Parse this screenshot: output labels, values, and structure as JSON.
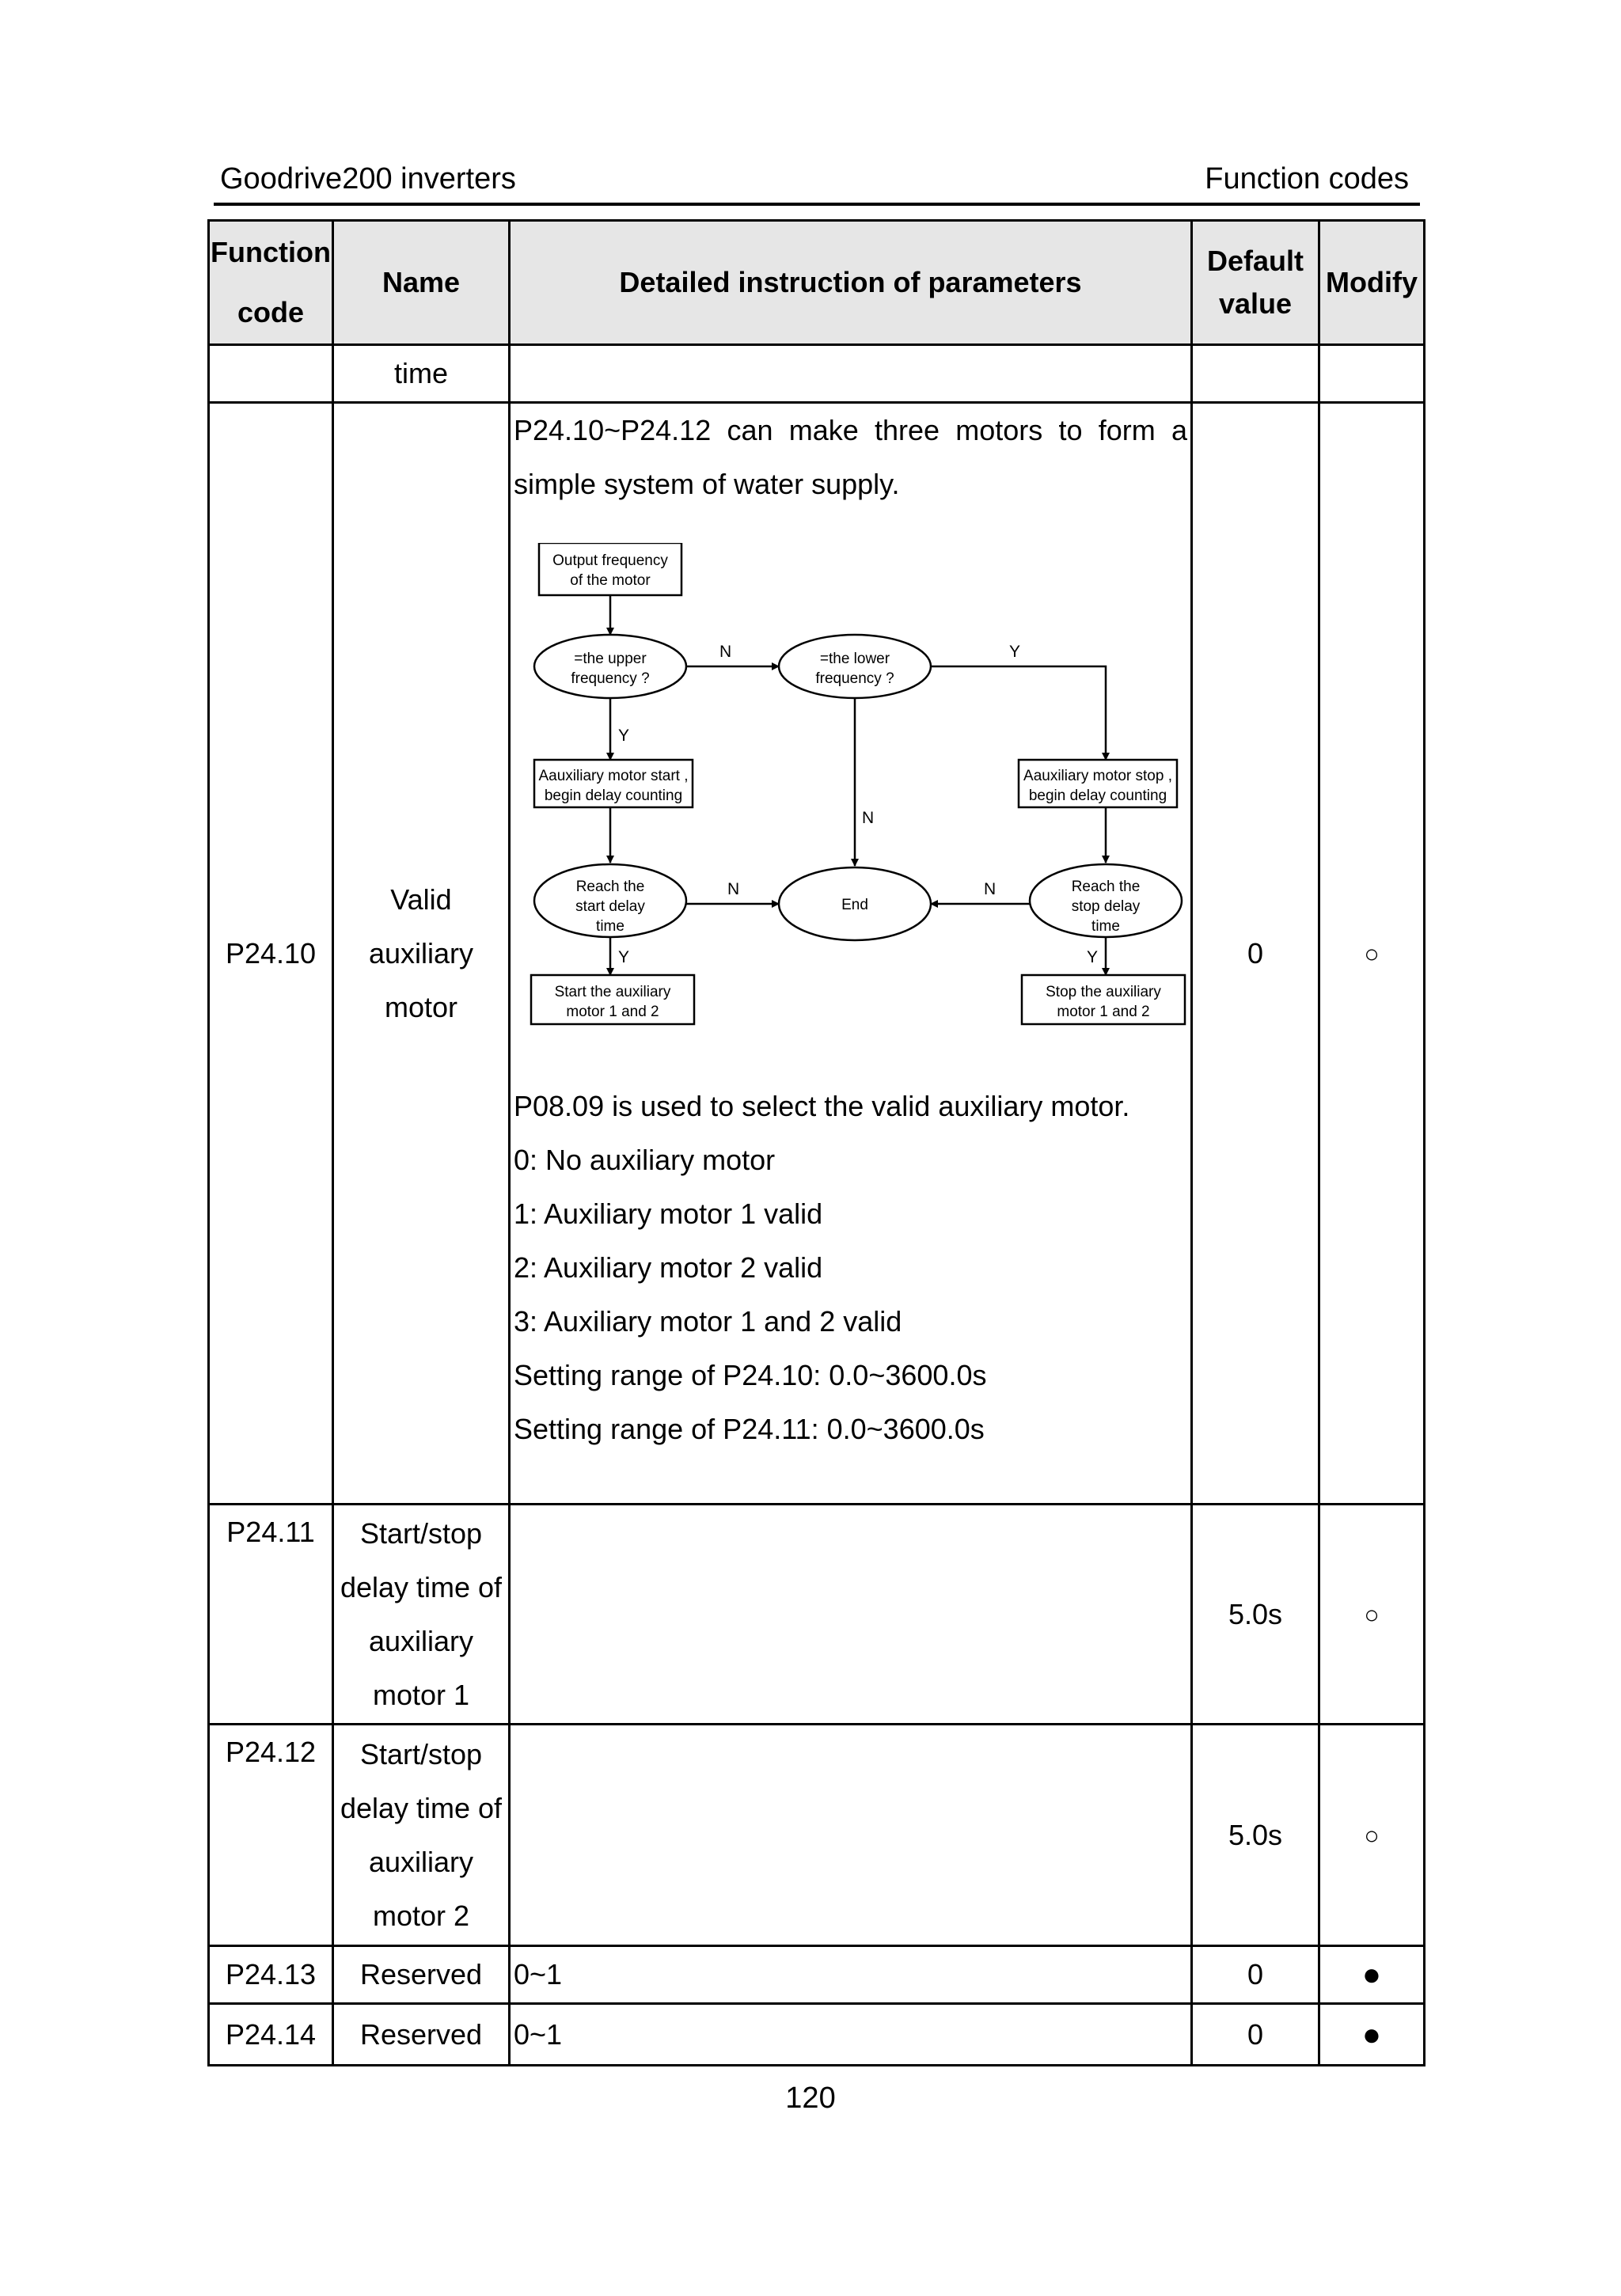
{
  "header": {
    "left": "Goodrive200 inverters",
    "right": "Function codes"
  },
  "table": {
    "col_function_code": "Function code",
    "col_name": "Name",
    "col_detail": "Detailed instruction of parameters",
    "col_default": "Default value",
    "col_modify": "Modify",
    "row0": {
      "name": "time"
    },
    "row1": {
      "code": "P24.10",
      "name": "Valid auxiliary motor",
      "intro": "P24.10~P24.12 can make three motors to form a simple system of water supply.",
      "lines": [
        "P08.09 is used to select the valid auxiliary motor.",
        "0: No auxiliary motor",
        "1: Auxiliary motor 1 valid",
        "2: Auxiliary motor 2 valid",
        "3: Auxiliary motor 1 and 2 valid",
        "Setting range of P24.10: 0.0~3600.0s",
        "Setting range of P24.11: 0.0~3600.0s"
      ],
      "default": "0",
      "modify": "○"
    },
    "row2": {
      "code": "P24.11",
      "name": "Start/stop delay time of auxiliary motor 1",
      "default": "5.0s",
      "modify": "○"
    },
    "row3": {
      "code": "P24.12",
      "name": "Start/stop delay time of auxiliary motor 2",
      "default": "5.0s",
      "modify": "○"
    },
    "row4": {
      "code": "P24.13",
      "name": "Reserved",
      "detail": "0~1",
      "default": "0",
      "modify": "●"
    },
    "row5": {
      "code": "P24.14",
      "name": "Reserved",
      "detail": "0~1",
      "default": "0",
      "modify": "●"
    }
  },
  "flowchart": {
    "output_box": [
      "Output frequency",
      "of the motor"
    ],
    "upper_q": [
      "=the upper",
      "frequency ?"
    ],
    "lower_q": [
      "=the lower",
      "frequency ?"
    ],
    "aux_start": [
      "Aauxiliary motor start ,",
      "begin delay counting"
    ],
    "aux_stop": [
      "Aauxiliary motor stop ,",
      "begin delay counting"
    ],
    "reach_start": [
      "Reach the",
      "start delay",
      "time"
    ],
    "reach_stop": [
      "Reach the",
      "stop delay",
      "time"
    ],
    "end": "End",
    "start_aux": [
      "Start the auxiliary",
      "motor 1 and 2"
    ],
    "stop_aux": [
      "Stop the auxiliary",
      "motor 1 and 2"
    ],
    "yes": "Y",
    "no": "N"
  },
  "page_number": "120"
}
